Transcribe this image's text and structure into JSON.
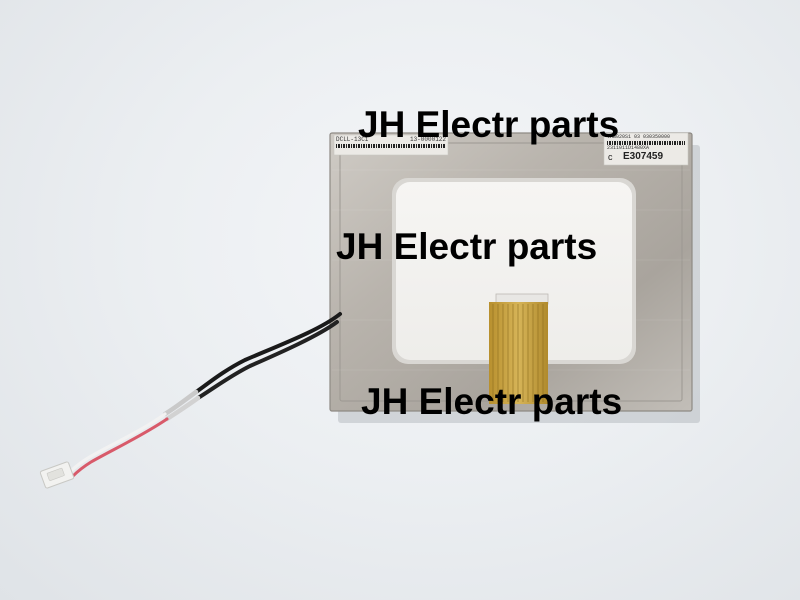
{
  "watermarks": [
    "JH Electr parts",
    "JH Electr parts",
    "JH Electr parts"
  ],
  "panel_labels": {
    "left_line1_a": "DCLL-13C1",
    "left_line1_b": "13-0000122",
    "right_line1": "TAB020S1 03 030350000",
    "right_line2": "2311011D1480XA",
    "cert_mark": "c",
    "cert_code": "E307459"
  },
  "colors": {
    "background": "#e9ecef",
    "metal_frame": "#b8b4ae",
    "screen": "#f4f3f1",
    "flex_cable": "#c9a44a",
    "wire_black": "#1a1a1a",
    "wire_red": "#d85a6a",
    "connector": "#f2f2f0"
  }
}
